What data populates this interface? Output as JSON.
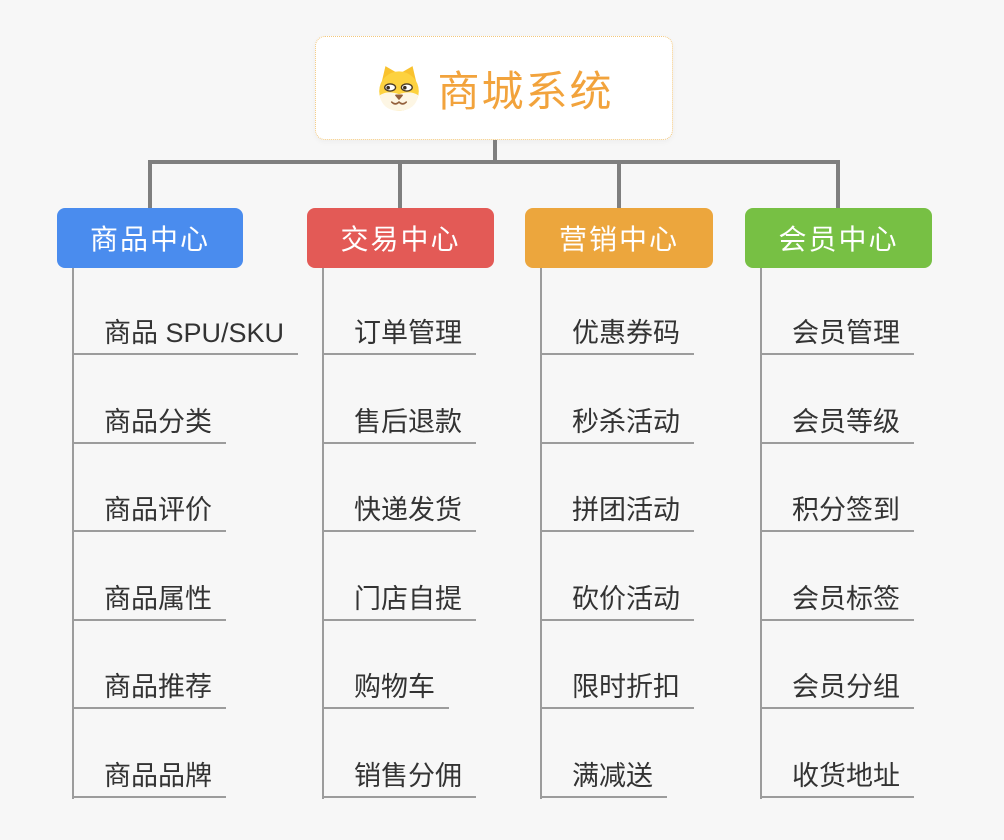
{
  "root": {
    "title": "商城系统",
    "icon": "dog-mascot-icon"
  },
  "branches": [
    {
      "label": "商品中心",
      "color": "#4a8cee",
      "children": [
        "商品 SPU/SKU",
        "商品分类",
        "商品评价",
        "商品属性",
        "商品推荐",
        "商品品牌"
      ]
    },
    {
      "label": "交易中心",
      "color": "#e35a56",
      "children": [
        "订单管理",
        "售后退款",
        "快递发货",
        "门店自提",
        "购物车",
        "销售分佣"
      ]
    },
    {
      "label": "营销中心",
      "color": "#eca63d",
      "children": [
        "优惠券码",
        "秒杀活动",
        "拼团活动",
        "砍价活动",
        "限时折扣",
        "满减送"
      ]
    },
    {
      "label": "会员中心",
      "color": "#77c044",
      "children": [
        "会员管理",
        "会员等级",
        "积分签到",
        "会员标签",
        "会员分组",
        "收货地址"
      ]
    }
  ],
  "colors": {
    "background": "#f7f7f7",
    "root_text": "#f2a33c",
    "root_border": "#f3c87d",
    "connector": "#7f7f7f",
    "leaf_line": "#9c9c9c",
    "leaf_text": "#333333"
  }
}
